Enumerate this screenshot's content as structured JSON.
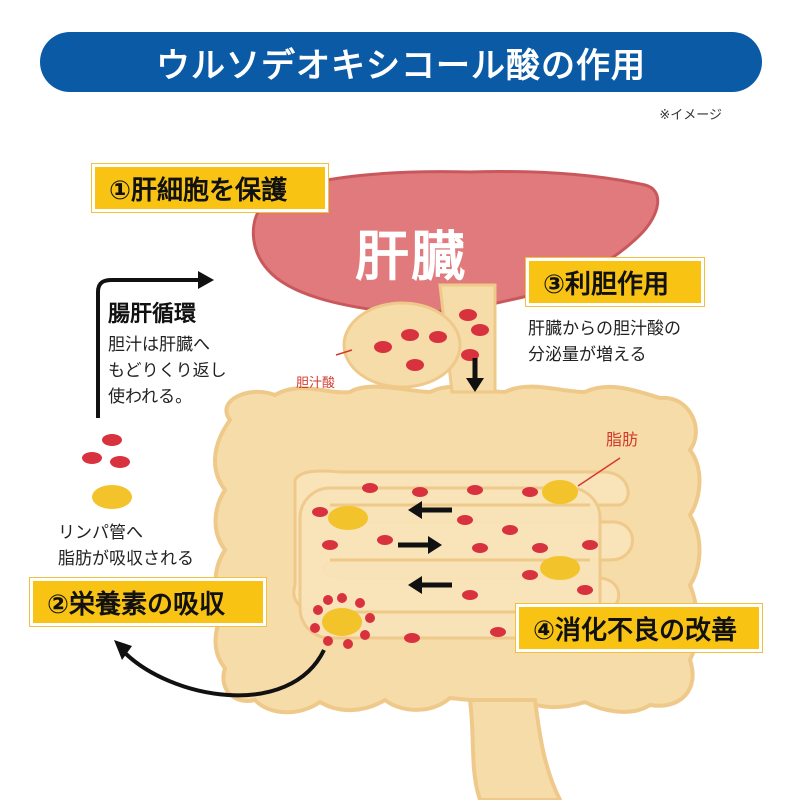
{
  "title": "ウルソデオキシコール酸の作用",
  "note": "※イメージ",
  "liver_label": "肝臓",
  "tags": {
    "t1": "①肝細胞を保護",
    "t2": "②栄養素の吸収",
    "t3": "③利胆作用",
    "t4": "④消化不良の改善"
  },
  "cycle": {
    "heading": "腸肝循環",
    "line1": "胆汁は肝臓へ",
    "line2": "もどりくり返し",
    "line3": "使われる。"
  },
  "bile_effect": {
    "line1": "肝臓からの胆汁酸の",
    "line2": "分泌量が増える"
  },
  "lymph": {
    "line1": "リンパ管へ",
    "line2": "脂肪が吸収される"
  },
  "fat_label": "脂肪",
  "bile_label": "胆汁酸",
  "colors": {
    "title_bg": "#0a5aa6",
    "tag_bg": "#f8c312",
    "liver": "#e07a7c",
    "intestine": "#f6dca8",
    "intestine_stroke": "#efc98a",
    "bile_acid_dot": "#d9323f",
    "fat_blob": "#f2c32a"
  }
}
